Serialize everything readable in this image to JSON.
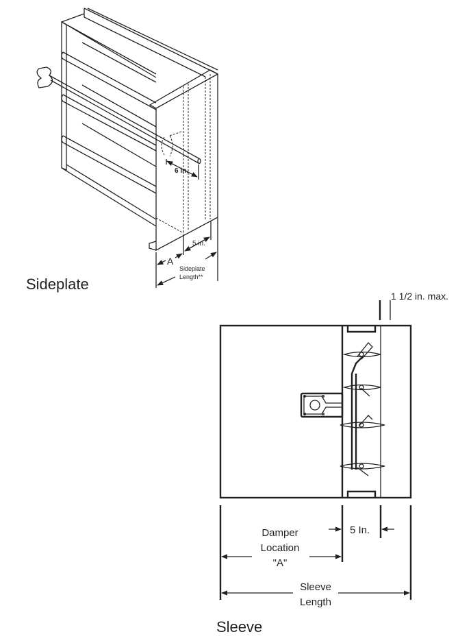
{
  "sideplate": {
    "caption": "Sideplate",
    "dim_shaft": "6 in.",
    "dim_five": "5 in.",
    "dim_a": "A",
    "dim_length_line1": "Sideplate",
    "dim_length_line2": "Length**"
  },
  "sleeve": {
    "caption": "Sleeve",
    "dim_max": "1 1/2 in. max.",
    "dim_five": "5 In.",
    "damper_location_line1": "Damper",
    "damper_location_line2": "Location",
    "damper_location_line3": "\"A\"",
    "sleeve_length_line1": "Sleeve",
    "sleeve_length_line2": "Length"
  }
}
